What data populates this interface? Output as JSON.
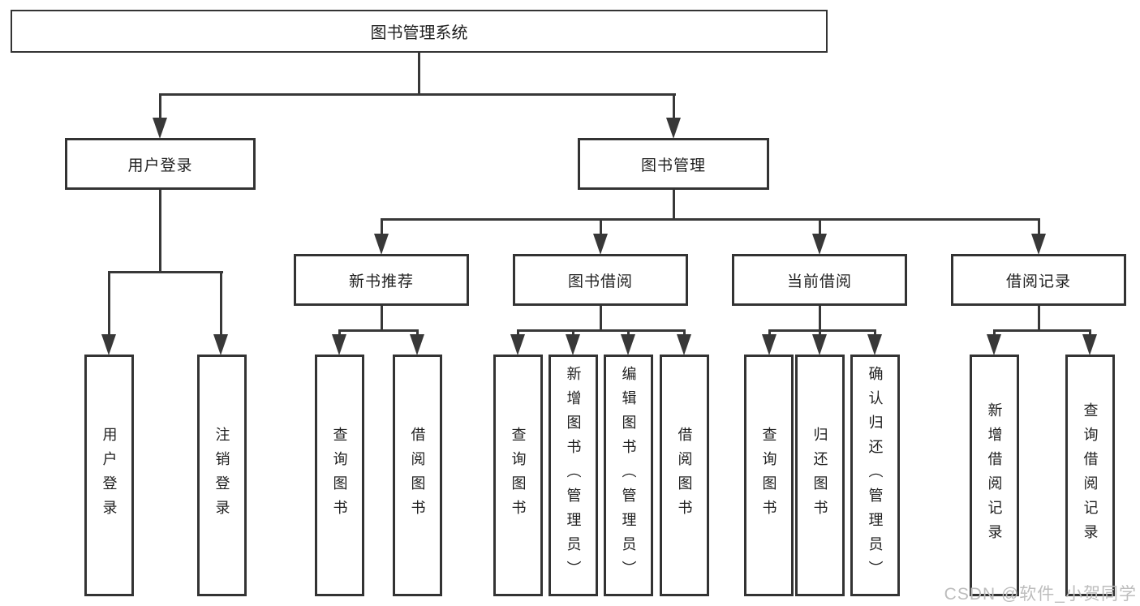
{
  "diagram": {
    "type": "tree",
    "root": {
      "label": "图书管理系统"
    },
    "level2": [
      {
        "label": "用户登录",
        "parent": "图书管理系统"
      },
      {
        "label": "图书管理",
        "parent": "图书管理系统"
      }
    ],
    "level3": [
      {
        "label": "新书推荐",
        "parent": "图书管理"
      },
      {
        "label": "图书借阅",
        "parent": "图书管理"
      },
      {
        "label": "当前借阅",
        "parent": "图书管理"
      },
      {
        "label": "借阅记录",
        "parent": "图书管理"
      }
    ],
    "leaves": [
      {
        "label": "用户登录",
        "parent": "用户登录"
      },
      {
        "label": "注销登录",
        "parent": "用户登录"
      },
      {
        "label": "查询图书",
        "parent": "新书推荐"
      },
      {
        "label": "借阅图书",
        "parent": "新书推荐"
      },
      {
        "label": "查询图书",
        "parent": "图书借阅"
      },
      {
        "label": "新增图书（管理员）",
        "parent": "图书借阅"
      },
      {
        "label": "编辑图书（管理员）",
        "parent": "图书借阅"
      },
      {
        "label": "借阅图书",
        "parent": "图书借阅"
      },
      {
        "label": "查询图书",
        "parent": "当前借阅"
      },
      {
        "label": "归还图书",
        "parent": "当前借阅"
      },
      {
        "label": "确认归还（管理员）",
        "parent": "当前借阅"
      },
      {
        "label": "新增借阅记录",
        "parent": "借阅记录"
      },
      {
        "label": "查询借阅记录",
        "parent": "借阅记录"
      }
    ]
  },
  "watermark": {
    "text": "CSDN @软件_小贺同学"
  },
  "colors": {
    "line": "#383838",
    "box_border": "#333333",
    "text": "#1f1f1f",
    "background": "#ffffff",
    "watermark": "#bdbdbd"
  }
}
